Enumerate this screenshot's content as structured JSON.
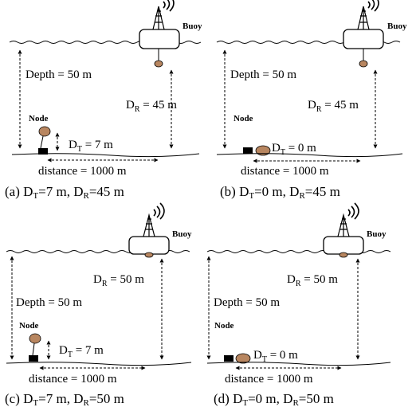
{
  "panels": [
    {
      "buoy": "Buoy",
      "node": "Node",
      "depth": "Depth = 50 m",
      "dr": {
        "main": "D",
        "sub": "R",
        "rest": " = 45 m"
      },
      "dt": {
        "main": "D",
        "sub": "T",
        "rest": " = 7 m"
      },
      "distance": "distance = 1000 m",
      "caption": {
        "prefix": "(a)  D",
        "s1": "T",
        "mid": "=7  m,  D",
        "s2": "R",
        "end": "=45  m"
      }
    },
    {
      "buoy": "Buoy",
      "node": "Node",
      "depth": "Depth = 50 m",
      "dr": {
        "main": "D",
        "sub": "R",
        "rest": " = 45 m"
      },
      "dt": {
        "main": "D",
        "sub": "T",
        "rest": " = 0 m"
      },
      "distance": "distance = 1000 m",
      "caption": {
        "prefix": "(b)  D",
        "s1": "T",
        "mid": "=0  m,  D",
        "s2": "R",
        "end": "=45  m"
      }
    },
    {
      "buoy": "Buoy",
      "node": "Node",
      "depth": "Depth = 50 m",
      "dr": {
        "main": "D",
        "sub": "R",
        "rest": " = 50 m"
      },
      "dt": {
        "main": "D",
        "sub": "T",
        "rest": " = 7 m"
      },
      "distance": "distance = 1000 m",
      "caption": {
        "prefix": "(c)  D",
        "s1": "T",
        "mid": "=7  m,  D",
        "s2": "R",
        "end": "=50  m"
      }
    },
    {
      "buoy": "Buoy",
      "node": "Node",
      "depth": "Depth = 50 m",
      "dr": {
        "main": "D",
        "sub": "R",
        "rest": " = 50 m"
      },
      "dt": {
        "main": "D",
        "sub": "T",
        "rest": " = 0 m"
      },
      "distance": "distance = 1000 m",
      "caption": {
        "prefix": "(d)  D",
        "s1": "T",
        "mid": "=0  m,  D",
        "s2": "R",
        "end": "=50  m"
      }
    }
  ],
  "colors": {
    "sphere": "#b88660",
    "node_box": "#000000",
    "line": "#000000"
  }
}
